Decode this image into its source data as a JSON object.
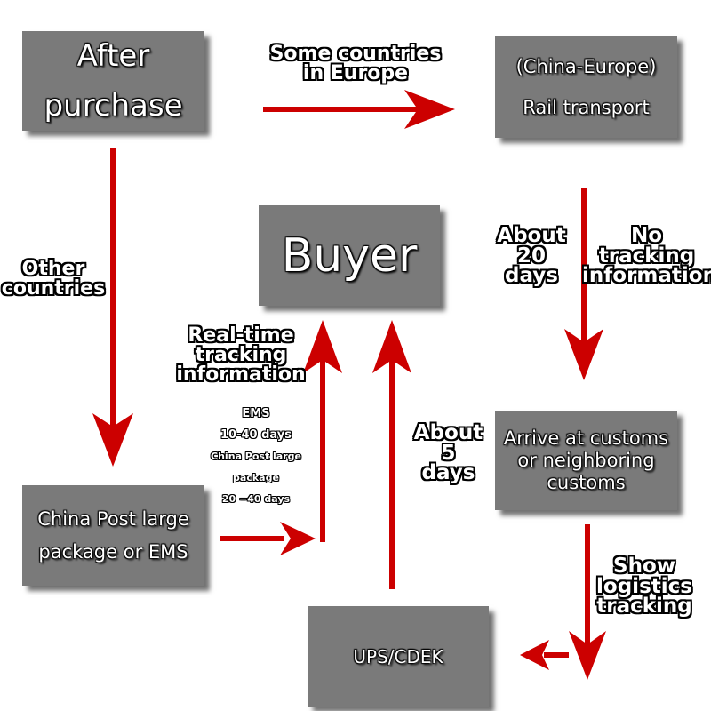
{
  "nodes": {
    "after_purchase": {
      "lines": [
        "After",
        "purchase"
      ]
    },
    "rail": {
      "lines": [
        "(China-Europe)",
        "Rail transport"
      ]
    },
    "buyer": {
      "label": "Buyer"
    },
    "customs": {
      "lines": [
        "Arrive at customs",
        "or neighboring",
        "customs"
      ]
    },
    "china_post": {
      "lines": [
        "China Post large",
        "package or EMS"
      ]
    },
    "ups": {
      "label": "UPS/CDEK"
    }
  },
  "labels": {
    "some_countries": [
      "Some countries",
      "in Europe"
    ],
    "other_countries": [
      "Other",
      "countries"
    ],
    "about_20_days": [
      "About",
      "20",
      "days"
    ],
    "no_tracking": [
      "No",
      "tracking",
      "information"
    ],
    "real_time": [
      "Real-time",
      "tracking",
      "information"
    ],
    "ems_details": [
      "EMS",
      "10-40 days",
      "China Post large",
      "package",
      "20 −40 days"
    ],
    "about_5_days": [
      "About",
      "5",
      "days"
    ],
    "show_logistics": [
      "Show",
      "logistics",
      "tracking"
    ]
  },
  "colors": {
    "arrow": "#cc0000",
    "box": "#7a7a7a",
    "text": "#ffffff"
  }
}
